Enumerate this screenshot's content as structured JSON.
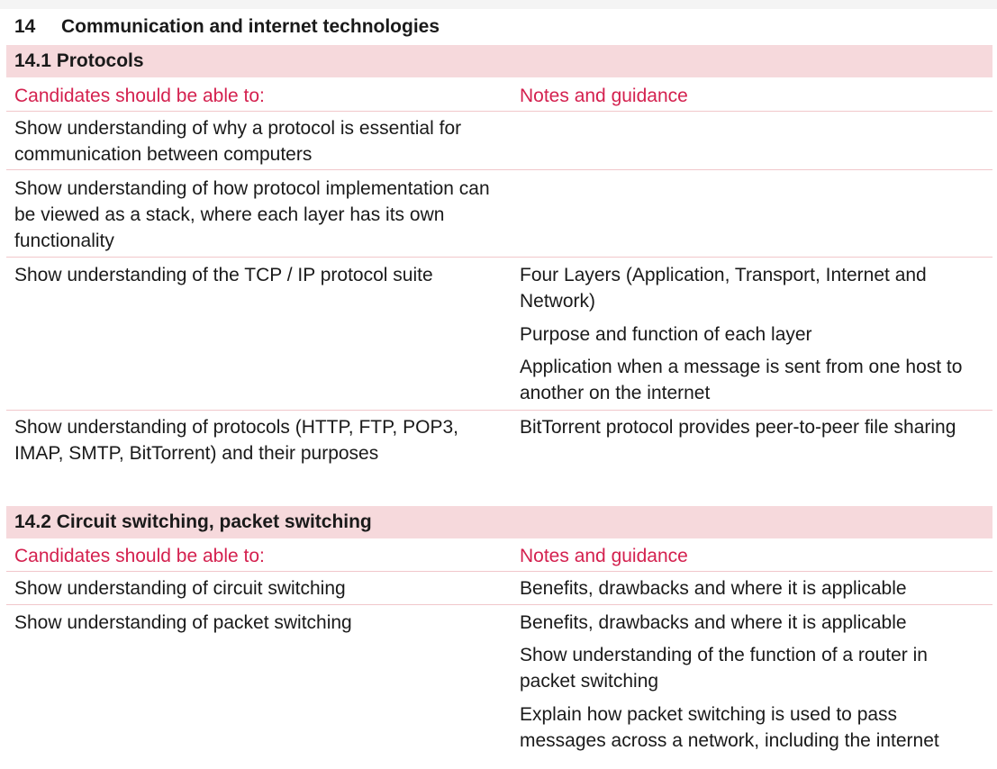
{
  "page": {
    "number": "14",
    "title": "Communication and internet technologies"
  },
  "sections": [
    {
      "heading": "14.1 Protocols",
      "col_left_heading": "Candidates should be able to:",
      "col_right_heading": "Notes and guidance",
      "left_items": [
        "Show understanding of why a protocol is essential for communication between computers",
        "Show understanding of how protocol implementation can be viewed as a stack, where each layer has its own functionality",
        "Show understanding of the TCP / IP protocol suite",
        "Show understanding of protocols (HTTP, FTP, POP3, IMAP, SMTP, BitTorrent) and their purposes"
      ],
      "right_items": [
        "Four Layers (Application, Transport, Internet and Network)",
        "Purpose and function of each layer",
        "Application when a message is sent from one host to another on the internet",
        "BitTorrent protocol provides peer-to-peer file sharing"
      ]
    },
    {
      "heading": "14.2 Circuit switching, packet switching",
      "col_left_heading": "Candidates should be able to:",
      "col_right_heading": "Notes and guidance",
      "left_items": [
        "Show understanding of circuit switching",
        "Show understanding of packet switching"
      ],
      "right_items": [
        "Benefits, drawbacks and where it is applicable",
        "Benefits, drawbacks and where it is applicable",
        "Show understanding of the function of a router in packet switching",
        "Explain how packet switching is used to pass messages across a network, including the internet"
      ]
    }
  ]
}
